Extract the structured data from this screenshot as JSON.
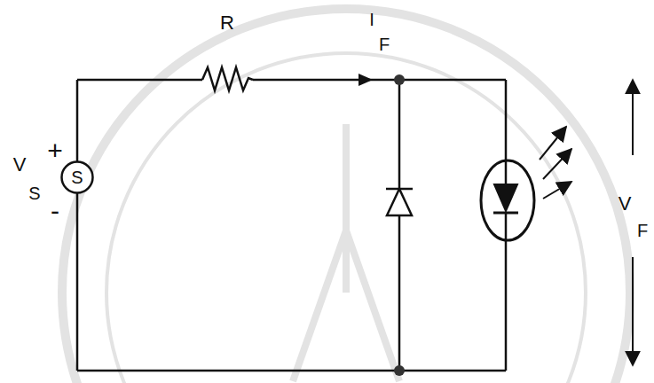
{
  "diagram": {
    "nodes": [
      {
        "text": [
          "S"
        ]
      }
    ],
    "labels": [
      "R",
      "I",
      "F",
      "V",
      "S",
      "+",
      "-",
      "V",
      "F"
    ]
  }
}
